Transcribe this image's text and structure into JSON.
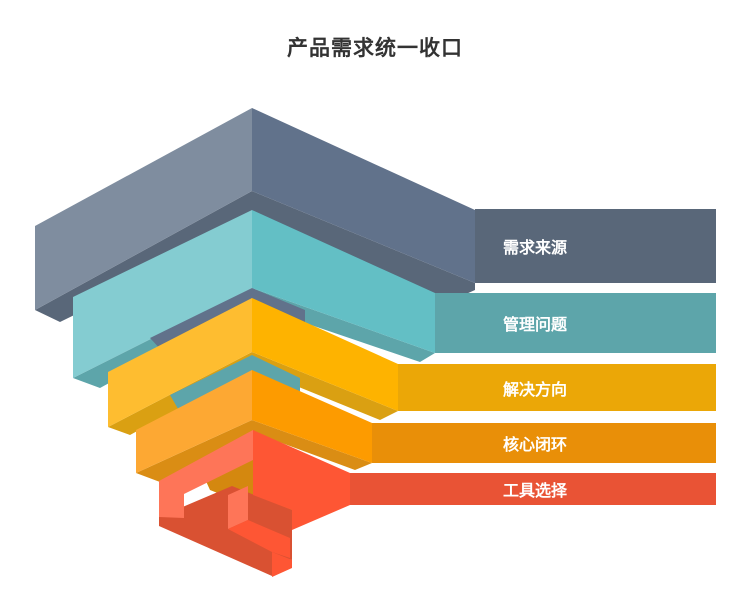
{
  "title": "产品需求统一收口",
  "colors": {
    "background": "#ffffff",
    "title_text": "#333333",
    "label_text": "#ffffff"
  },
  "tiers": [
    {
      "label": "需求来源",
      "bar_color": "#596779",
      "left_face": "#7f8d9f",
      "right_face": "#61728b",
      "shadow": "#596779"
    },
    {
      "label": "管理问题",
      "bar_color": "#5da5aa",
      "left_face": "#84ccd1",
      "right_face": "#63bfc5",
      "shadow": "#5da5aa"
    },
    {
      "label": "解决方向",
      "bar_color": "#eba707",
      "left_face": "#febd30",
      "right_face": "#feb300",
      "shadow": "#daa012"
    },
    {
      "label": "核心闭环",
      "bar_color": "#e98f08",
      "left_face": "#fda833",
      "right_face": "#fd9b00",
      "shadow": "#da8d14"
    },
    {
      "label": "工具选择",
      "bar_color": "#e95335",
      "left_face": "#fe7558",
      "right_face": "#fe5634",
      "shadow": "#d95132"
    }
  ]
}
